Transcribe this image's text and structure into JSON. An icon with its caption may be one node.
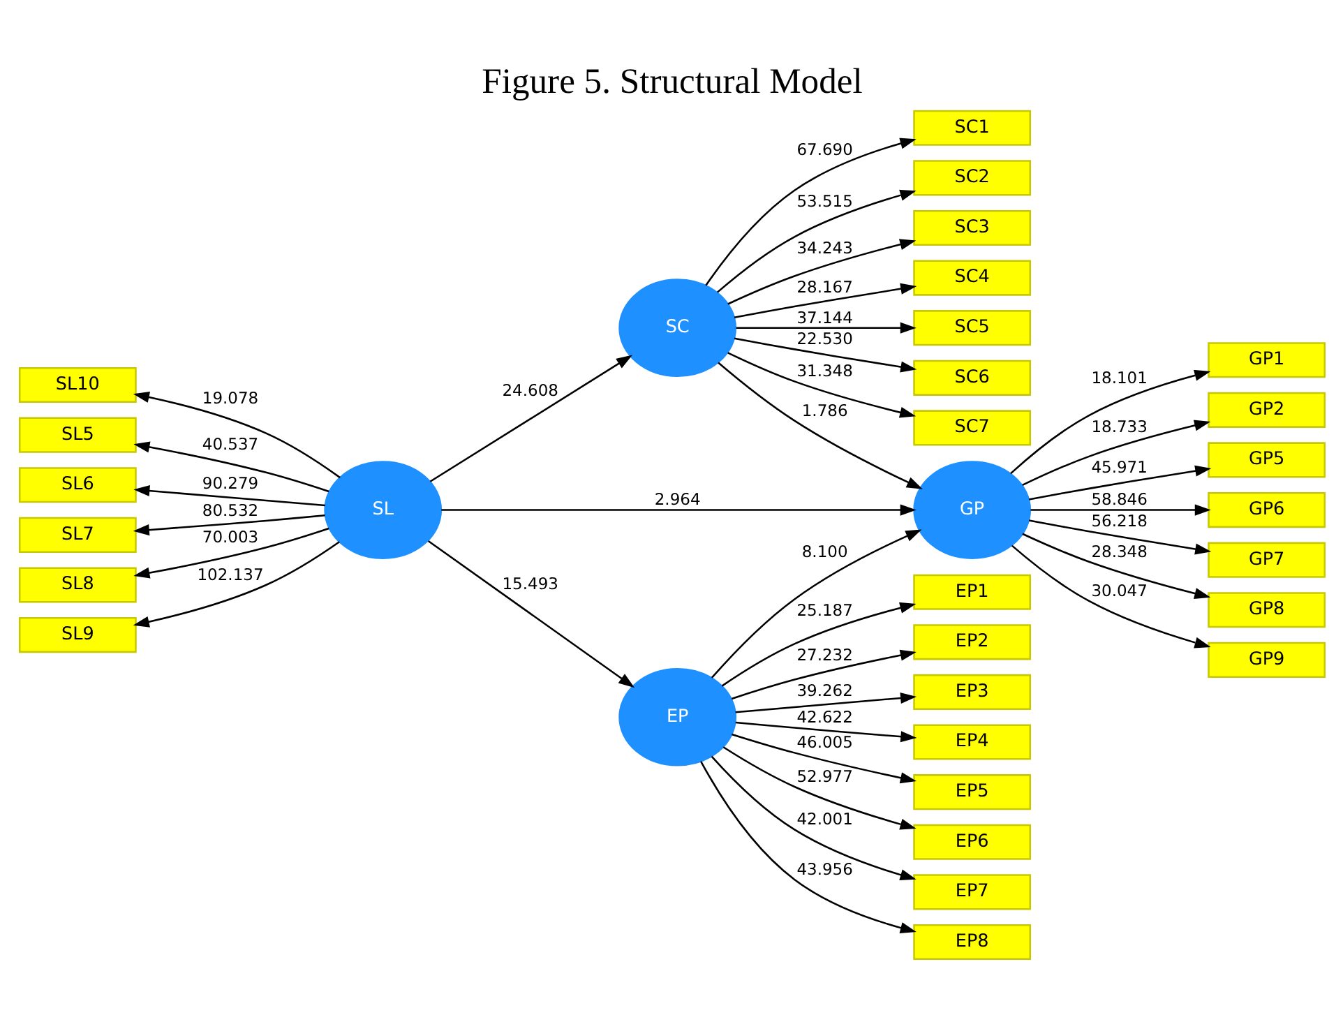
{
  "diagram": {
    "title": "Figure 5. Structural Model",
    "nodes": [
      {
        "text": [
          "SC"
        ]
      },
      {
        "text": [
          "SL"
        ]
      },
      {
        "text": [
          "GP"
        ]
      },
      {
        "text": [
          "EP"
        ]
      },
      {
        "text": [
          "SC1"
        ]
      },
      {
        "text": [
          "SC2"
        ]
      },
      {
        "text": [
          "SC3"
        ]
      },
      {
        "text": [
          "SC4"
        ]
      },
      {
        "text": [
          "SC5"
        ]
      },
      {
        "text": [
          "SC6"
        ]
      },
      {
        "text": [
          "SC7"
        ]
      },
      {
        "text": [
          "SL10"
        ]
      },
      {
        "text": [
          "SL5"
        ]
      },
      {
        "text": [
          "SL6"
        ]
      },
      {
        "text": [
          "SL7"
        ]
      },
      {
        "text": [
          "SL8"
        ]
      },
      {
        "text": [
          "SL9"
        ]
      },
      {
        "text": [
          "GP1"
        ]
      },
      {
        "text": [
          "GP2"
        ]
      },
      {
        "text": [
          "GP5"
        ]
      },
      {
        "text": [
          "GP6"
        ]
      },
      {
        "text": [
          "GP7"
        ]
      },
      {
        "text": [
          "GP8"
        ]
      },
      {
        "text": [
          "GP9"
        ]
      },
      {
        "text": [
          "EP1"
        ]
      },
      {
        "text": [
          "EP2"
        ]
      },
      {
        "text": [
          "EP3"
        ]
      },
      {
        "text": [
          "EP4"
        ]
      },
      {
        "text": [
          "EP5"
        ]
      },
      {
        "text": [
          "EP6"
        ]
      },
      {
        "text": [
          "EP7"
        ]
      },
      {
        "text": [
          "EP8"
        ]
      }
    ],
    "edges": [
      {
        "from": 1,
        "to": 0,
        "arrow": "to",
        "label": "24.608"
      },
      {
        "from": 0,
        "to": 2,
        "arrow": "to",
        "label": "1.786"
      },
      {
        "from": 1,
        "to": 2,
        "arrow": "to",
        "label": "2.964"
      },
      {
        "from": 1,
        "to": 3,
        "arrow": "to",
        "label": "15.493"
      },
      {
        "from": 3,
        "to": 2,
        "arrow": "to",
        "label": "8.100"
      },
      {
        "from": 0,
        "to": 4,
        "arrow": "to",
        "label": "67.690"
      },
      {
        "from": 0,
        "to": 5,
        "arrow": "to",
        "label": "53.515"
      },
      {
        "from": 0,
        "to": 6,
        "arrow": "to",
        "label": "34.243"
      },
      {
        "from": 0,
        "to": 7,
        "arrow": "to",
        "label": "28.167"
      },
      {
        "from": 0,
        "to": 8,
        "arrow": "to",
        "label": "37.144"
      },
      {
        "from": 0,
        "to": 9,
        "arrow": "to",
        "label": "22.530"
      },
      {
        "from": 0,
        "to": 10,
        "arrow": "to",
        "label": "31.348"
      },
      {
        "from": 1,
        "to": 11,
        "arrow": "to",
        "label": "19.078"
      },
      {
        "from": 1,
        "to": 12,
        "arrow": "to",
        "label": "40.537"
      },
      {
        "from": 1,
        "to": 13,
        "arrow": "to",
        "label": "90.279"
      },
      {
        "from": 1,
        "to": 14,
        "arrow": "to",
        "label": "80.532"
      },
      {
        "from": 1,
        "to": 15,
        "arrow": "to",
        "label": "70.003"
      },
      {
        "from": 1,
        "to": 16,
        "arrow": "to",
        "label": "102.137"
      },
      {
        "from": 2,
        "to": 17,
        "arrow": "to",
        "label": "18.101"
      },
      {
        "from": 2,
        "to": 18,
        "arrow": "to",
        "label": "18.733"
      },
      {
        "from": 2,
        "to": 19,
        "arrow": "to",
        "label": "45.971"
      },
      {
        "from": 2,
        "to": 20,
        "arrow": "to",
        "label": "58.846"
      },
      {
        "from": 2,
        "to": 21,
        "arrow": "to",
        "label": "56.218"
      },
      {
        "from": 2,
        "to": 22,
        "arrow": "to",
        "label": "28.348"
      },
      {
        "from": 2,
        "to": 23,
        "arrow": "to",
        "label": "30.047"
      },
      {
        "from": 3,
        "to": 24,
        "arrow": "to",
        "label": "25.187"
      },
      {
        "from": 3,
        "to": 25,
        "arrow": "to",
        "label": "27.232"
      },
      {
        "from": 3,
        "to": 26,
        "arrow": "to",
        "label": "39.262"
      },
      {
        "from": 3,
        "to": 27,
        "arrow": "to",
        "label": "42.622"
      },
      {
        "from": 3,
        "to": 28,
        "arrow": "to",
        "label": "46.005"
      },
      {
        "from": 3,
        "to": 29,
        "arrow": "to",
        "label": "52.977"
      },
      {
        "from": 3,
        "to": 30,
        "arrow": "to",
        "label": "42.001"
      },
      {
        "from": 3,
        "to": 31,
        "arrow": "to",
        "label": "43.956"
      }
    ]
  }
}
